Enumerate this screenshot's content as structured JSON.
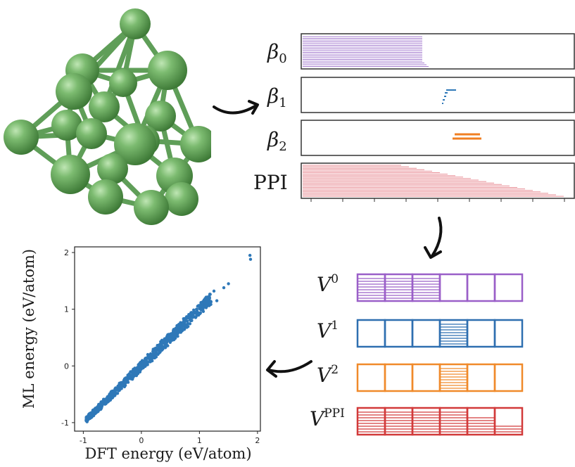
{
  "colors": {
    "cluster": "#6aa862",
    "cluster_dark": "#3f7a3a",
    "beta0": "#a77fd0",
    "beta1": "#2e78b8",
    "beta2": "#f07f22",
    "ppi": "#e88d95",
    "v0": "#9a5fc8",
    "v1": "#2e6fb0",
    "v2": "#f08a2a",
    "vppi": "#d23a3a",
    "scatter": "#2e78b8"
  },
  "icons": [
    "atomic-cluster-icon",
    "curved-arrow-icon"
  ],
  "barcodes": [
    {
      "id": "beta0",
      "symbol": "β",
      "sub": "0"
    },
    {
      "id": "beta1",
      "symbol": "β",
      "sub": "1"
    },
    {
      "id": "beta2",
      "symbol": "β",
      "sub": "2"
    },
    {
      "id": "ppi",
      "text": "PPI"
    }
  ],
  "vectors": [
    {
      "id": "v0",
      "symbol": "V",
      "sup": "0",
      "fill_fraction": [
        1,
        1,
        1,
        0,
        0,
        0
      ]
    },
    {
      "id": "v1",
      "symbol": "V",
      "sup": "1",
      "fill_fraction": [
        0,
        0,
        0,
        1,
        0,
        0
      ]
    },
    {
      "id": "v2",
      "symbol": "V",
      "sup": "2",
      "fill_fraction": [
        0,
        0,
        0,
        1,
        0,
        0
      ]
    },
    {
      "id": "vppi",
      "symbol": "V",
      "sup": "PPI",
      "fill_fraction": [
        1,
        1,
        1,
        1,
        0.7,
        0.4
      ]
    }
  ],
  "chart_data": {
    "type": "scatter",
    "xlabel": "DFT energy (eV/atom)",
    "ylabel": "ML energy (eV/atom)",
    "xlim": [
      -1.15,
      2.05
    ],
    "ylim": [
      -1.15,
      2.1
    ],
    "xticks": [
      "-1",
      "0",
      "1",
      "2"
    ],
    "yticks": [
      "-1",
      "0",
      "1",
      "2"
    ],
    "xtick_values": [
      -1,
      0,
      1,
      2
    ],
    "ytick_values": [
      -1,
      0,
      1,
      2
    ],
    "outliers": [
      [
        1.87,
        1.95
      ],
      [
        1.88,
        1.88
      ],
      [
        1.5,
        1.45
      ],
      [
        1.42,
        1.38
      ],
      [
        1.3,
        1.15
      ],
      [
        1.25,
        1.32
      ]
    ]
  }
}
